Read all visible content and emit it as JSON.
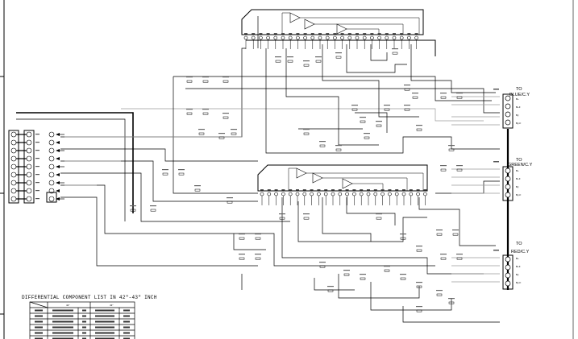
{
  "right_connectors": [
    {
      "title": "TO",
      "subtitle": "BLUE/C.Y",
      "pins": [
        "B+",
        "B+F",
        "By",
        "By-F"
      ]
    },
    {
      "title": "TO",
      "subtitle": "GREEN/C.Y",
      "pins": [
        "B+",
        "B+F",
        "By",
        "By-F"
      ]
    },
    {
      "title": "TO",
      "subtitle": "RED/C.Y",
      "pins": [
        "B+",
        "B+F",
        "By",
        "By-F"
      ]
    }
  ],
  "table": {
    "title": "DIFFERENTIAL COMPONENT LIST IN 42\"-43\" INCH",
    "col_42": "42\"",
    "col_43": "43\""
  },
  "colors": {
    "ink": "#000000",
    "grey_wire": "#9a9a9a",
    "paper": "#ffffff"
  }
}
